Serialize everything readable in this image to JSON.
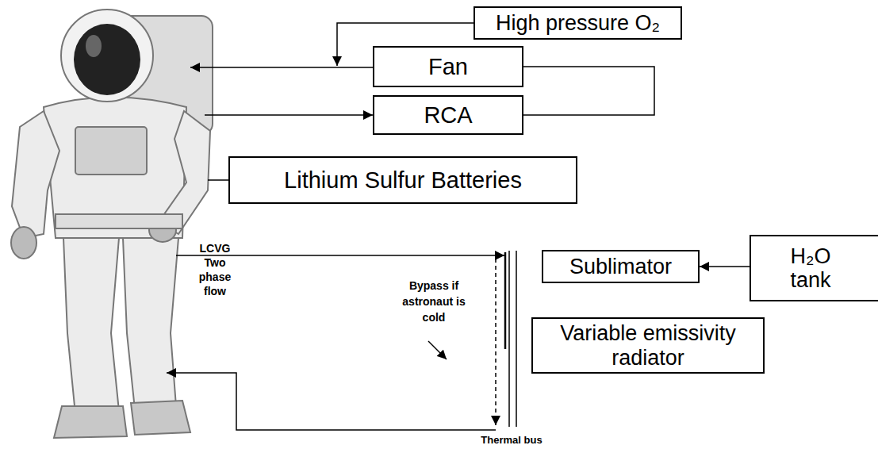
{
  "diagram": {
    "nodes": [
      {
        "text": [
          "High pressure O₂"
        ]
      },
      {
        "text": [
          "Fan"
        ]
      },
      {
        "text": [
          "RCA"
        ]
      },
      {
        "text": [
          "Lithium Sulfur Batteries"
        ]
      },
      {
        "text": [
          "Sublimator"
        ]
      },
      {
        "text": [
          "H₂O tank"
        ]
      },
      {
        "text": [
          "Variable emissivity radiator"
        ]
      }
    ],
    "edges": [
      {
        "from": 2,
        "to": 1,
        "arrow": "none"
      },
      {
        "from": 5,
        "to": 4,
        "arrow": "to"
      }
    ],
    "labels": [
      "LCVG Two phase flow",
      "Bypass if astronaut is cold",
      "Thermal bus"
    ]
  }
}
